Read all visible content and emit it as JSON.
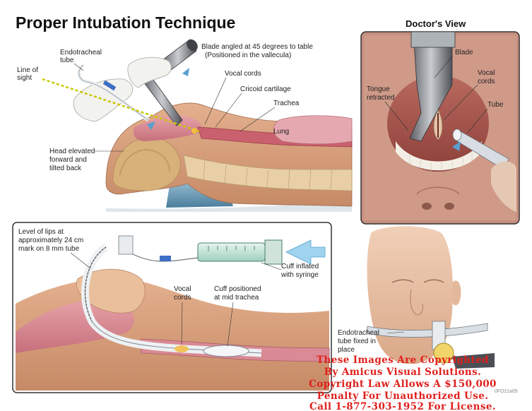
{
  "title": "Proper Intubation Technique",
  "doctors_view": {
    "title": "Doctor's View",
    "labels": {
      "blade": "Blade",
      "vocal_cords": [
        "Vocal",
        "cords"
      ],
      "tongue": [
        "Tongue",
        "retracted"
      ],
      "tube": "Tube"
    }
  },
  "top_panel": {
    "labels": {
      "et_tube": [
        "Endotracheal",
        "tube"
      ],
      "line_of_sight": [
        "Line of",
        "sight"
      ],
      "blade_angle": [
        "Blade angled at 45 degrees to table",
        "(Positioned in the vallecula)"
      ],
      "vocal_cords": "Vocal cords",
      "cricoid": "Cricoid cartilage",
      "trachea": "Trachea",
      "lung": "Lung",
      "head": [
        "Head elevated",
        "forward and",
        "tilted back"
      ]
    }
  },
  "bottom_panel": {
    "labels": {
      "lips": [
        "Level of lips at",
        "approximately 24 cm",
        "mark on 8 mm tube"
      ],
      "cuff_inflated": [
        "Cuff inflated",
        "with syringe"
      ],
      "vocal_cords": [
        "Vocal",
        "cords"
      ],
      "cuff_positioned": [
        "Cuff positioned",
        "at mid trachea"
      ]
    }
  },
  "face_panel": {
    "labels": {
      "tube_fixed": [
        "Endotracheal",
        "tube fixed in",
        "place"
      ]
    }
  },
  "copyright": [
    "These Images Are Copyrighted",
    "By Amicus Visual Solutions.",
    "Copyright Law Allows A $150,000",
    "Penalty For Unauthorized Use.",
    "Call 1-877-303-1952 For License."
  ],
  "image_code": "0FO11a05",
  "colors": {
    "copyright_red": "#e0201c",
    "panel_border": "#333333",
    "mouth_bg": "#c98a7a",
    "tissue": "#d9a081",
    "trachea_pink": "#d98a94"
  }
}
